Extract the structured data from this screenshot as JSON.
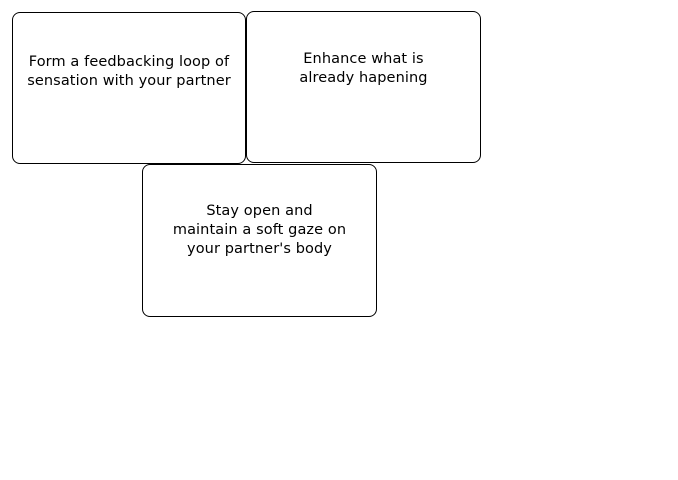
{
  "cards": [
    {
      "text": "Form a feedbacking loop of\nsensation with your partner"
    },
    {
      "text": "Enhance what is\nalready hapening"
    },
    {
      "text": "Stay open and\nmaintain a soft gaze on\nyour partner's body"
    }
  ]
}
